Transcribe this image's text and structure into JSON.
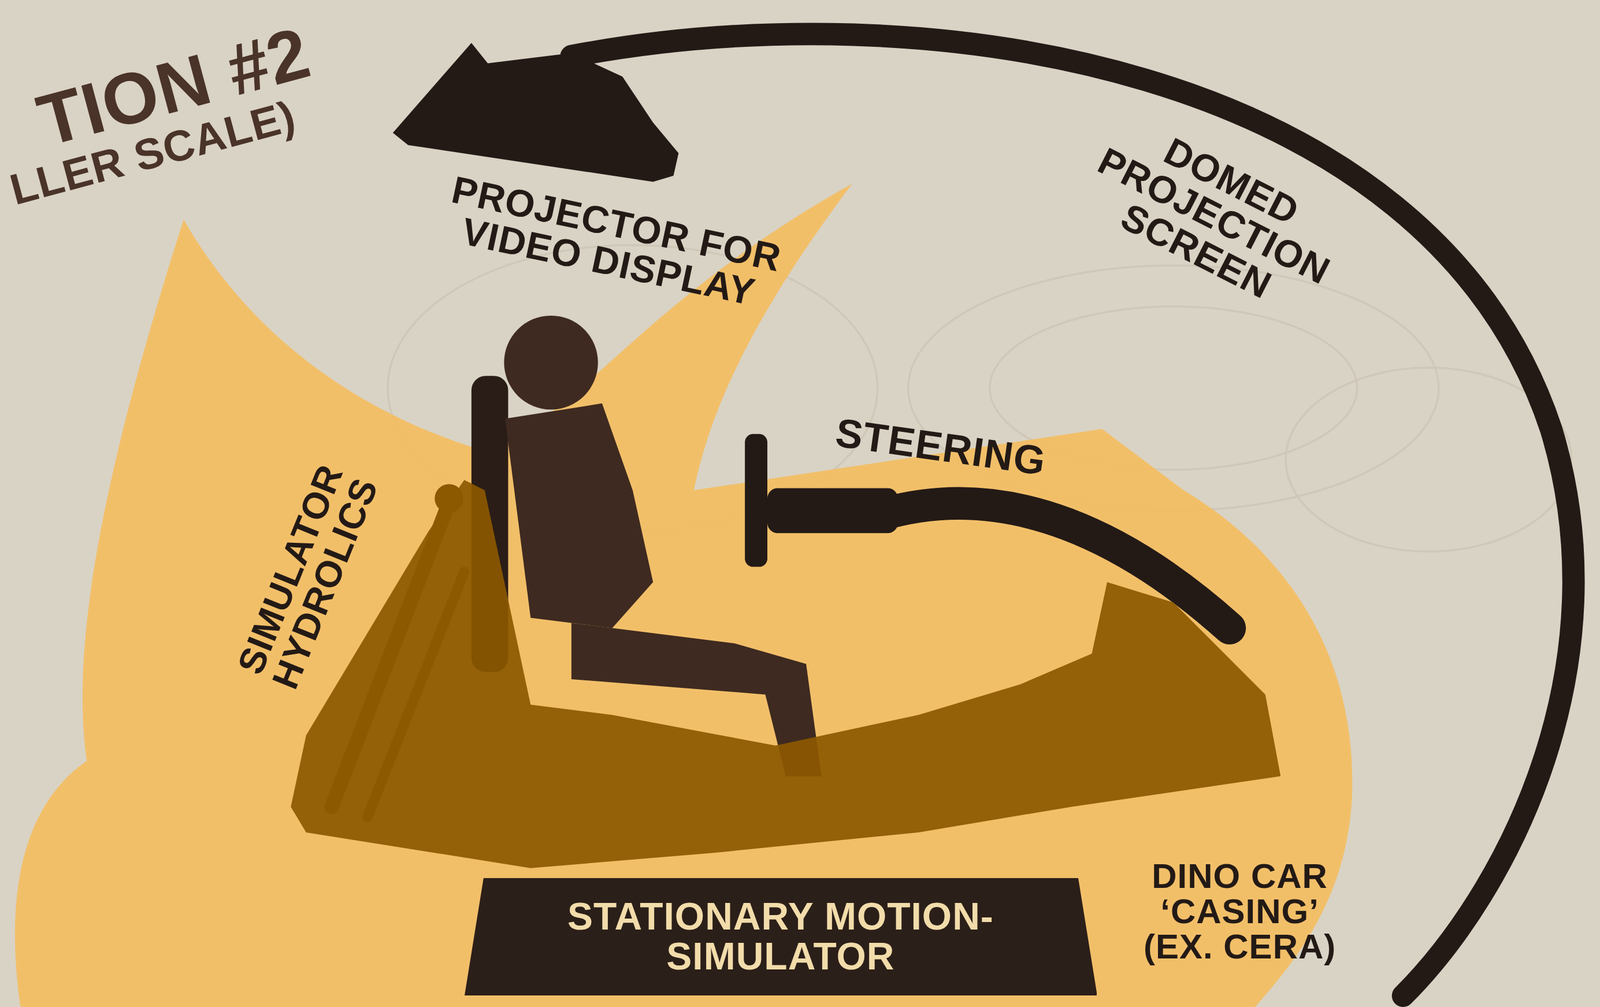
{
  "diagram": {
    "title": "TION #2",
    "nodes": [
      {
        "text": [
          "STATIONARY MOTION-SIMULATOR"
        ]
      }
    ],
    "labels": [
      "LLER SCALE)",
      "PROJECTOR FOR VIDEO DISPLAY",
      "DOMED PROJECTION SCREEN",
      "STEERING",
      "SIMULATOR HYDROLICS",
      "DINO CAR ‘CASING’ (EX. CERA)"
    ]
  }
}
